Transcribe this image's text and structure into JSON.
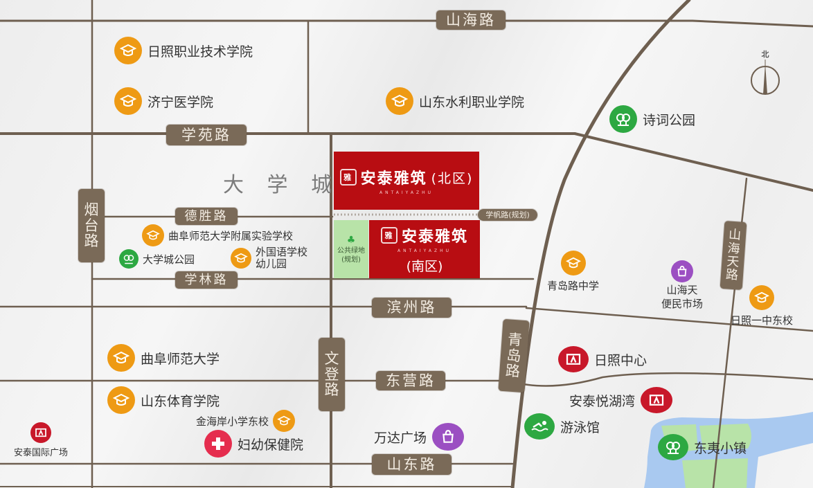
{
  "map": {
    "district_label": "大 学 城",
    "compass": {
      "label": "北"
    },
    "colors": {
      "road": "#6e5f50",
      "road_label_bg": "#7a6a58",
      "project_red": "#b80d12",
      "water": "#a9c9f0",
      "park_green": "#b8e3a8",
      "edu_orange": "#ee9a14",
      "park_icon_green": "#2da842",
      "shop_purple": "#9b4fc2",
      "mall_red": "#c8182a",
      "hospital_pink": "#e52d4e"
    },
    "roads": {
      "shanhai": "山海路",
      "xueyuan": "学苑路",
      "yantai": [
        "烟",
        "台",
        "路"
      ],
      "desheng": "德胜路",
      "xuelin": "学林路",
      "xuefan": "学帆路(规划)",
      "binzhou": "滨州路",
      "wendeng": [
        "文",
        "登",
        "路"
      ],
      "dongying": "东营路",
      "qingdao": [
        "青",
        "岛",
        "路"
      ],
      "shandong": "山东路",
      "shanhaitian": [
        "山",
        "海",
        "天",
        "路"
      ]
    },
    "project": {
      "north": {
        "name": "安泰雅筑",
        "zone": "(北区)",
        "sub": "ANTAIYAZHU",
        "seal": "雅"
      },
      "south": {
        "name": "安泰雅筑",
        "zone": "(南区)",
        "sub": "ANTAIYAZHU",
        "seal": "雅"
      },
      "green_strip": {
        "line1": "公共绿地",
        "line2": "(规划)"
      }
    },
    "pois": {
      "rizhao_vocational": "日照职业技术学院",
      "jining_medical": "济宁医学院",
      "shandong_water": "山东水利职业学院",
      "shici_park": "诗词公园",
      "qufu_affiliated": "曲阜师范大学附属实验学校",
      "daxuecheng_park": "大学城公园",
      "foreign_kindergarten_1": "外国语学校",
      "foreign_kindergarten_2": "幼儿园",
      "qingdaolu_middle": "青岛路中学",
      "shanhaitian_market_1": "山海天",
      "shanhaitian_market_2": "便民市场",
      "rizhao_no1_east": "日照一中东校",
      "qufu_normal": "曲阜师范大学",
      "shandong_sport": "山东体育学院",
      "jinhaian_primary": "金海岸小学东校",
      "maternal_hospital": "妇幼保健院",
      "antai_plaza": "安泰国际广场",
      "wanda_plaza": "万达广场",
      "rizhao_center": "日照中心",
      "antai_lake_bay": "安泰悦湖湾",
      "swimming": "游泳馆",
      "dongyi_town": "东夷小镇"
    }
  }
}
